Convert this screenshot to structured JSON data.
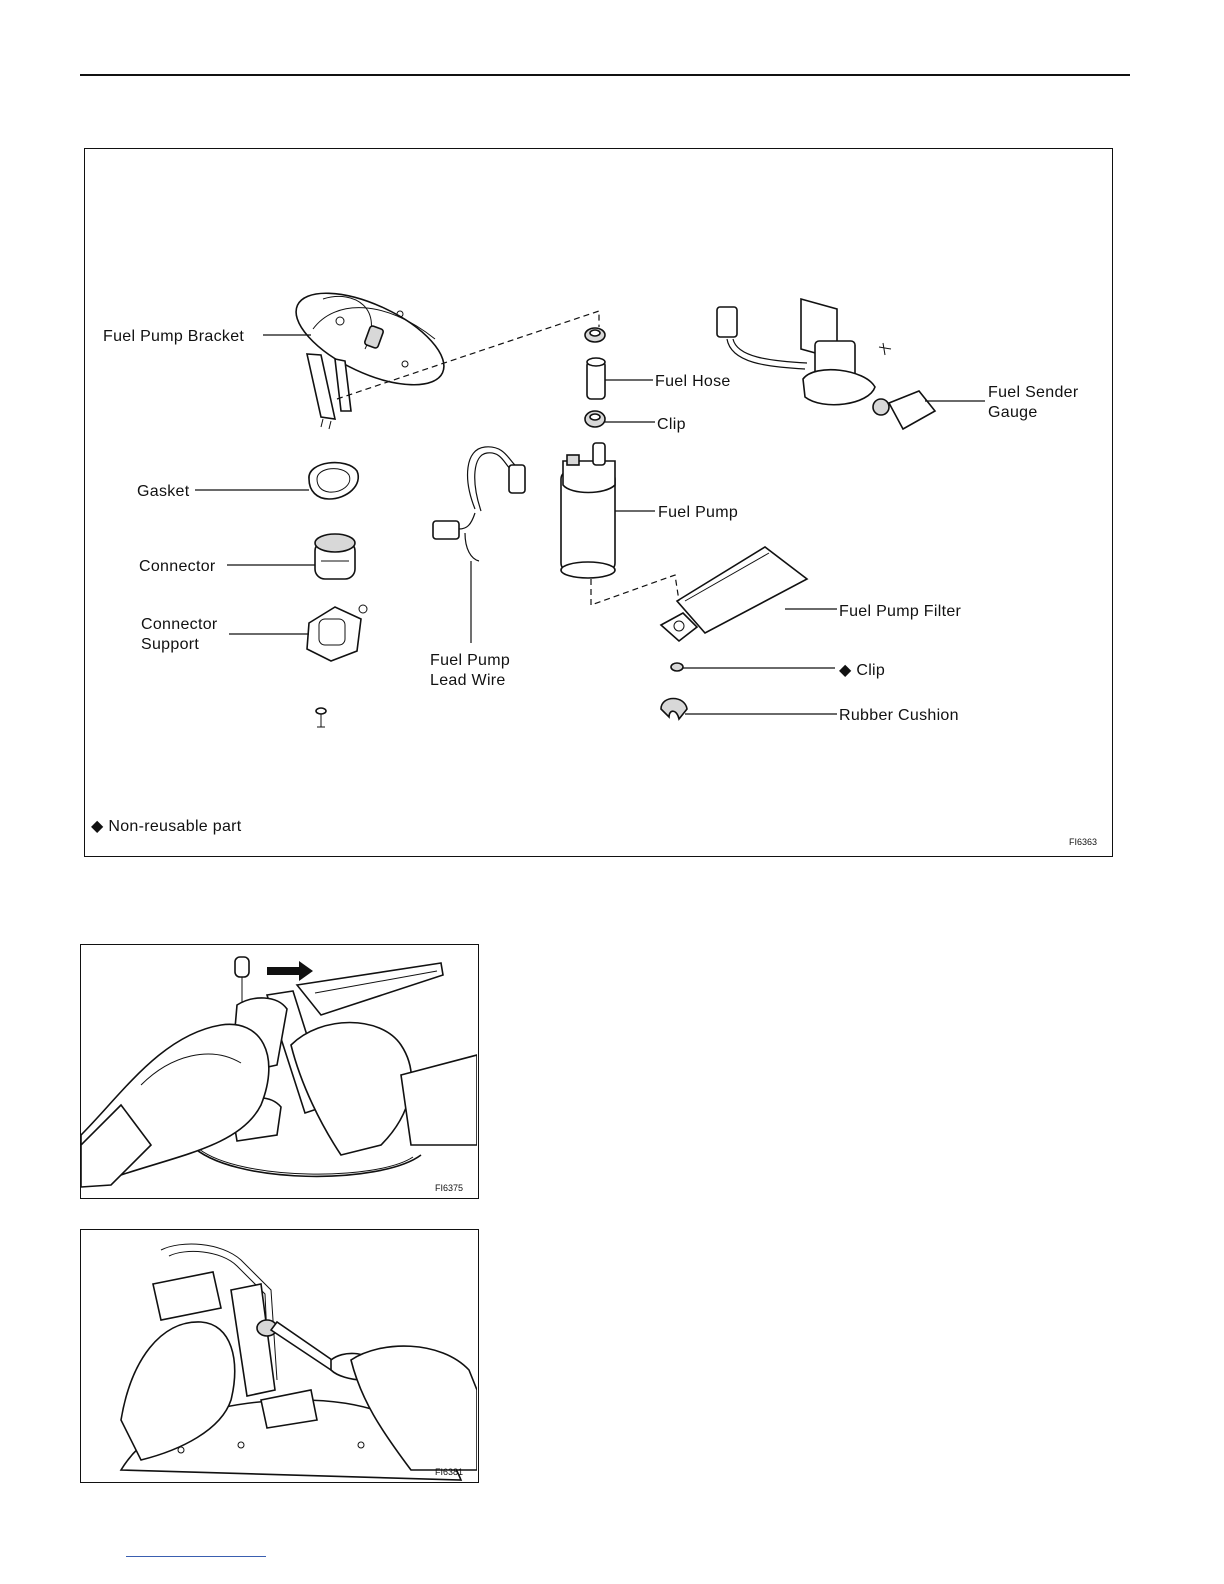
{
  "diagram": {
    "labels": {
      "fuel_pump_bracket": "Fuel Pump Bracket",
      "gasket": "Gasket",
      "connector": "Connector",
      "connector_support_1": "Connector",
      "connector_support_2": "Support",
      "fuel_pump_lead_wire_1": "Fuel Pump",
      "fuel_pump_lead_wire_2": "Lead Wire",
      "fuel_hose": "Fuel Hose",
      "clip_upper": "Clip",
      "fuel_pump": "Fuel Pump",
      "fuel_pump_filter": "Fuel Pump Filter",
      "clip_lower": "◆ Clip",
      "rubber_cushion": "Rubber Cushion",
      "fuel_sender_gauge_1": "Fuel Sender",
      "fuel_sender_gauge_2": "Gauge"
    },
    "legend": "◆ Non-reusable part",
    "figure_id": "FI6363"
  },
  "photo_1": {
    "figure_id": "FI6375"
  },
  "photo_2": {
    "figure_id": "FI6381"
  }
}
